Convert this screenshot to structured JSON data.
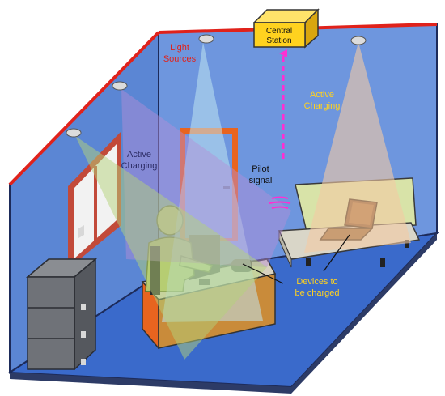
{
  "labels": {
    "central_station_line1": "Central",
    "central_station_line2": "Station",
    "light_sources_line1": "Light",
    "light_sources_line2": "Sources",
    "active_charging_right_line1": "Active",
    "active_charging_right_line2": "Charging",
    "active_charging_left_line1": "Active",
    "active_charging_left_line2": "Charging",
    "pilot_signal_line1": "Pilot",
    "pilot_signal_line2": "signal",
    "devices_line1": "Devices to",
    "devices_line2": "be charged"
  },
  "colors": {
    "wall": "#5e8ad6",
    "floor": "#3d6fcf",
    "edge_red": "#e0221b",
    "central_station": "#ffd21f",
    "pilot_arrow": "#ff2fd2",
    "label_red": "#e0221b",
    "label_yellow": "#ffd21f",
    "label_dark": "#111111"
  }
}
